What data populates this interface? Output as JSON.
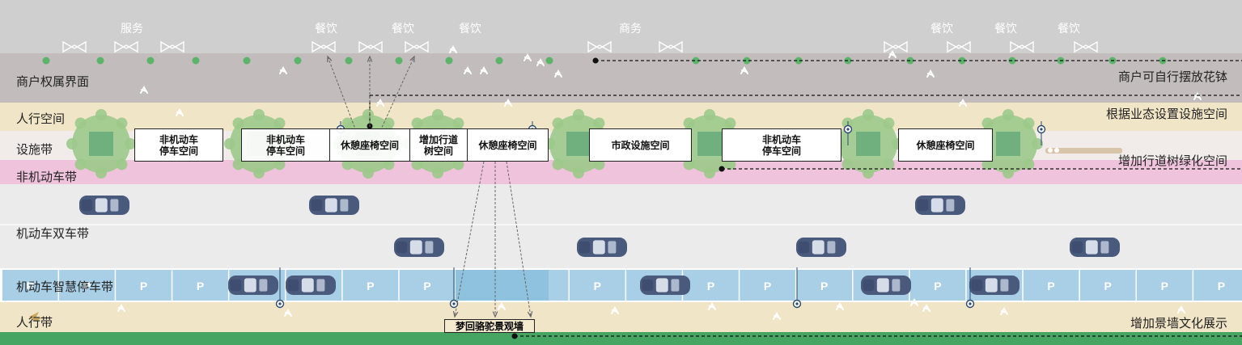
{
  "colors": {
    "shop_band": "#cfcfcf",
    "tenant_band": "#c2bcbc",
    "sidewalk": "#f1e5c7",
    "facility": "#f1ecea",
    "bike_lane": "#efc3dc",
    "road": "#ebebeb",
    "parking": "#a9cfe6",
    "green_strip": "#46a563",
    "tree": "#9cc98b",
    "car": "#4a5a7d"
  },
  "bands": [
    {
      "label": "商户权属界面"
    },
    {
      "label": "人行空间"
    },
    {
      "label": "设施带"
    },
    {
      "label": "非机动车带"
    },
    {
      "label": "机动车双车带"
    },
    {
      "label": "机动车智慧停车带"
    },
    {
      "label": "人行带"
    }
  ],
  "shop_labels": [
    "服务",
    "餐饮",
    "餐饮",
    "餐饮",
    "商务",
    "餐饮",
    "餐饮",
    "餐饮"
  ],
  "right_notes": [
    "商户可自行摆放花钵",
    "根据业态设置设施空间",
    "增加行道树绿化空间",
    "增加景墙文化展示"
  ],
  "zones": [
    {
      "label": "非机动车\n停车空间"
    },
    {
      "label": "非机动车\n停车空间"
    },
    {
      "label": "休憩座椅空间"
    },
    {
      "label": "增加行道\n树空间"
    },
    {
      "label": "休憩座椅空间"
    },
    {
      "label": "市政设施空间"
    },
    {
      "label": "非机动车\n停车空间"
    },
    {
      "label": "休憩座椅空间"
    }
  ],
  "wall_label": "梦回骆驼景观墙",
  "parking_symbol": "P"
}
